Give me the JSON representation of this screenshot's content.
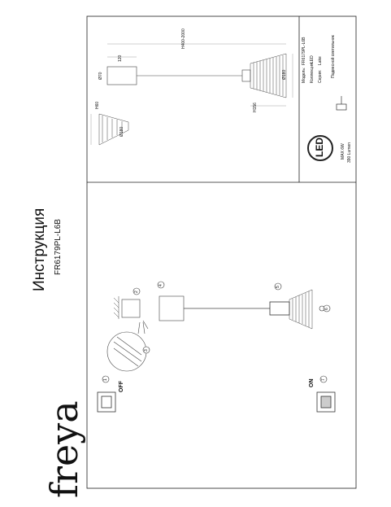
{
  "brand": {
    "logo": "freya"
  },
  "header": {
    "title": "Инструкция",
    "model": "FR6179PL-L6B"
  },
  "dims": {
    "length": "H400-2000",
    "canopy_len": "120",
    "canopy_dia": "Ø70",
    "h_side": "H60",
    "d_side": "Ø180",
    "h_main": "H156",
    "d_main": "Ø180"
  },
  "specs": {
    "model_label": "Модель:",
    "model_value": "FR6179PL-L6B",
    "collection_label": "Коллекция:",
    "collection_value": "LED",
    "series_label": "Серия:",
    "series_value": "Lake",
    "type_value": "Подвесной светильник"
  },
  "power": {
    "led": "LED",
    "max": "MAX 6W",
    "lumen": "390 Lumen"
  },
  "steps": {
    "s1": "1",
    "s2": "2",
    "s3": "3",
    "s4": "4",
    "s5": "5",
    "s6": "6",
    "s7": "7",
    "off": "OFF",
    "on": "ON"
  }
}
